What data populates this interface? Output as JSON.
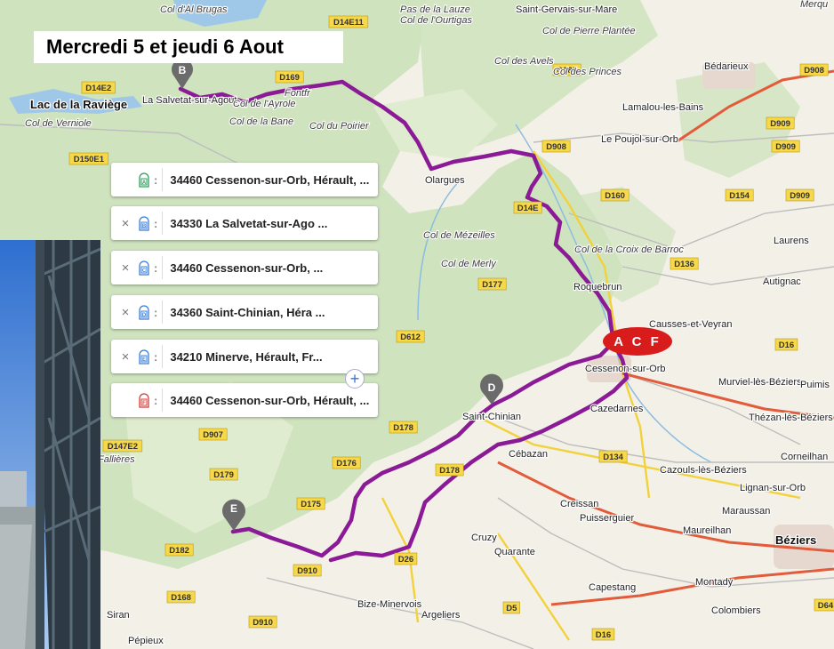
{
  "header": {
    "title": "Mercredi 5 et jeudi 6 Aout"
  },
  "colors": {
    "route": "#8b1a96",
    "badge_acf": "#d81c1c",
    "marker": "#6b6b6b"
  },
  "waypoints": [
    {
      "letter": "A",
      "removable": false,
      "address": "34460 Cessenon-sur-Orb, Hérault,  ...",
      "color": "#2aa05a"
    },
    {
      "letter": "B",
      "removable": true,
      "address": "34330 La Salvetat-sur-Ago ...",
      "color": "#3a7fd8"
    },
    {
      "letter": "C",
      "removable": true,
      "address": "34460 Cessenon-sur-Orb,  ...",
      "color": "#3a7fd8"
    },
    {
      "letter": "D",
      "removable": true,
      "address": "34360 Saint-Chinian, Héra ...",
      "color": "#3a7fd8"
    },
    {
      "letter": "E",
      "removable": true,
      "address": "34210 Minerve, Hérault, Fr...",
      "color": "#3a7fd8"
    },
    {
      "letter": "F",
      "removable": false,
      "address": "34460 Cessenon-sur-Orb, Hérault,  ...",
      "color": "#d83a3a"
    }
  ],
  "controls": {
    "remove_glyph": "×",
    "menu_glyph": ":",
    "add_glyph": "+"
  },
  "badge": {
    "label": "A C F"
  },
  "markers": [
    {
      "letter": "B"
    },
    {
      "letter": "D"
    },
    {
      "letter": "E"
    }
  ],
  "roads": [
    "D14E11",
    "D169",
    "D14E2",
    "D150E1",
    "D180",
    "D908",
    "D908",
    "D909",
    "D909",
    "D160",
    "D154",
    "D909",
    "D14E",
    "D136",
    "D177",
    "D612",
    "D16",
    "D178",
    "D907",
    "D147E2",
    "D176",
    "D179",
    "D178",
    "D134",
    "D175",
    "D182",
    "D910",
    "D26",
    "D168",
    "D910",
    "D5",
    "D16",
    "D64"
  ],
  "places": [
    "Col d'Al Brugas",
    "Pas de la Lauze",
    "Col de l'Ourtigas",
    "Saint-Gervais-sur-Mare",
    "Col de Pierre Plantée",
    "Col des Avels",
    "Col des Princes",
    "Bédarieux",
    "Lac de la Raviège",
    "La Salvetat-sur-Agout",
    "Fontfr",
    "Col de l'Ayrole",
    "Col de la Bane",
    "Col du Poirier",
    "Col de Verniole",
    "Lamalou-les-Bains",
    "Le Poujol-sur-Orb",
    "Olargues",
    "Col de Mézeilles",
    "Col de Merly",
    "Col de la Croix de Barroc",
    "Roquebrun",
    "Causses-et-Veyran",
    "Laurens",
    "Autignac",
    "Cessenon-sur-Orb",
    "Murviel-lès-Béziers",
    "Puimis",
    "Saint-Chinian",
    "Cazedarnes",
    "Thézan-lès-Béziers",
    "Corneilhan",
    "Cébazan",
    "Cazouls-lès-Béziers",
    "Lignan-sur-Orb",
    "Creissan",
    "Puisserguier",
    "Maraussan",
    "Maureilhan",
    "Béziers",
    "Cruzy",
    "Quarante",
    "Capestang",
    "Montady",
    "Colombiers",
    "Bize-Minervois",
    "Argeliers",
    "Siran",
    "Pépieux",
    "Fallières",
    "Merqu"
  ]
}
